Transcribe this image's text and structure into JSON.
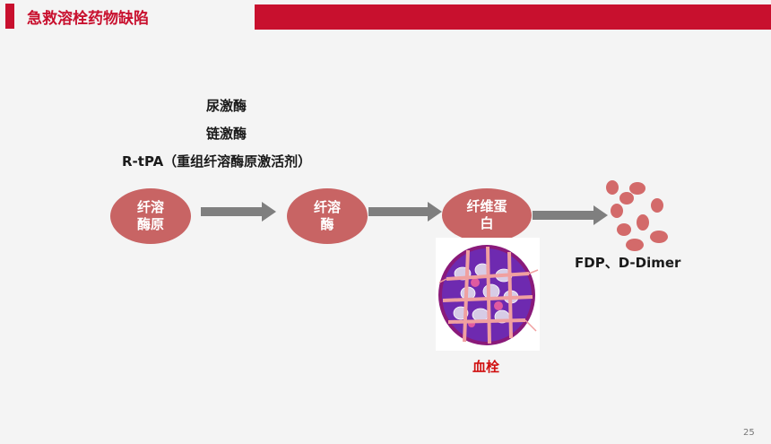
{
  "header": {
    "title": "急救溶栓药物缺陷"
  },
  "drugs": [
    "尿激酶",
    "链激酶",
    "R-tPA（重组纤溶酶原激活剂）"
  ],
  "nodes": {
    "plasminogen": "纤溶\n酶原",
    "plasmin": "纤溶\n酶",
    "fibrin": "纤维蛋\n白"
  },
  "products_label": "FDP、D-Dimer",
  "clot_label": "血栓",
  "page_number": "25",
  "colors": {
    "accent": "#c8102e",
    "node": "#c86464",
    "arrow": "#7f7f7f",
    "fragment": "#d36a6a"
  }
}
